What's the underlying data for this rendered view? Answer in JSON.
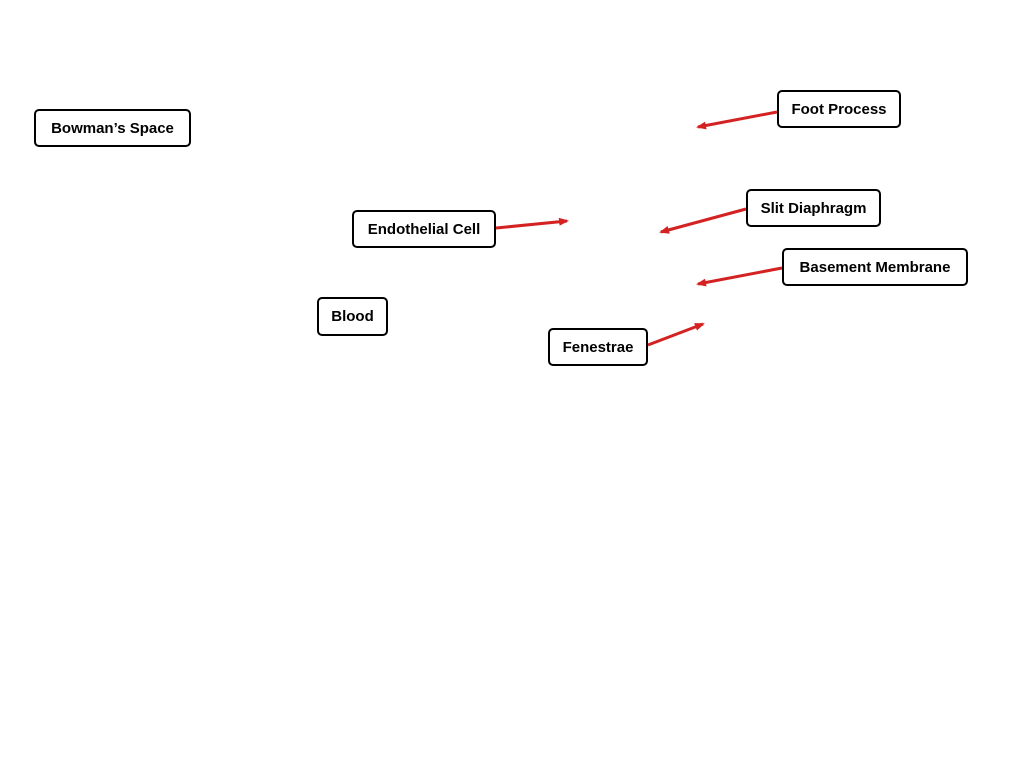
{
  "labels": {
    "bowmans_space": "Bowman’s Space",
    "foot_process": "Foot Process",
    "slit_diaphragm": "Slit Diaphragm",
    "endothelial_cell": "Endothelial Cell",
    "basement_membrane": "Basement Membrane",
    "blood": "Blood",
    "fenestrae": "Fenestrae"
  },
  "colors": {
    "arrow": "#d42222",
    "box_border": "#000000",
    "text": "#000000",
    "background": "#ffffff"
  }
}
